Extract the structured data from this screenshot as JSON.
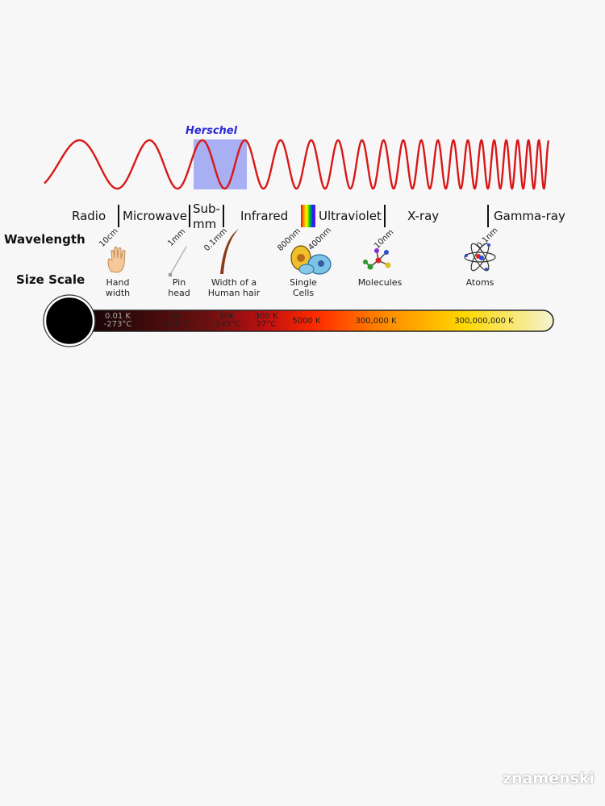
{
  "herschel_label": "Herschel",
  "bands": [
    "Radio",
    "Microwave",
    "Sub-",
    "mm",
    "Infrared",
    "Ultraviolet",
    "X-ray",
    "Gamma-ray"
  ],
  "row_labels": {
    "wavelength": "Wavelength",
    "size_scale": "Size Scale"
  },
  "wavelengths": [
    "10cm",
    "1mm",
    "0.1mm",
    "800nm",
    "400nm",
    "10nm",
    "0.1nm"
  ],
  "objects": [
    {
      "line1": "Hand",
      "line2": "width"
    },
    {
      "line1": "Pin",
      "line2": "head"
    },
    {
      "line1": "Width of a",
      "line2": "Human hair"
    },
    {
      "line1": "Single",
      "line2": "Cells"
    },
    {
      "line1": "Molecules",
      "line2": ""
    },
    {
      "line1": "Atoms",
      "line2": ""
    }
  ],
  "temperatures": [
    {
      "k": "0.01 K",
      "c": "-273°C"
    },
    {
      "k": "3K",
      "c": "-270°C"
    },
    {
      "k": "30K",
      "c": "-243°C"
    },
    {
      "k": "300 K",
      "c": "27°C"
    },
    {
      "k": "5000 K",
      "c": ""
    },
    {
      "k": "300,000 K",
      "c": ""
    },
    {
      "k": "300,000,000 K",
      "c": ""
    }
  ],
  "watermark": "znamenski",
  "colors": {
    "wave": "#d81818",
    "herschel_box": "#9ea6f2",
    "herschel_text": "#2a2ad8",
    "thermometer_stops": [
      "#000000",
      "#2a0808",
      "#6a1010",
      "#c01010",
      "#ff2a00",
      "#ff8a00",
      "#ffd800",
      "#f4f4d0"
    ]
  },
  "icons": [
    "hand-icon",
    "pin-icon",
    "hair-icon",
    "cells-icon",
    "molecule-icon",
    "atom-icon",
    "rainbow-icon"
  ]
}
